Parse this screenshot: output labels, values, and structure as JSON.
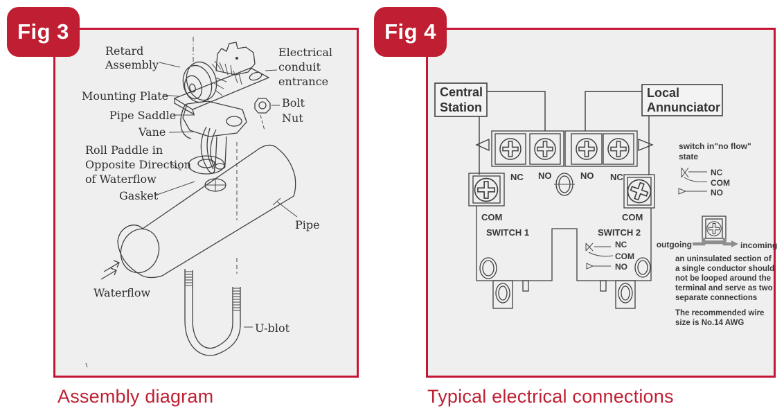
{
  "colors": {
    "brand_red": "#c01e32",
    "panel_border": "#c41634",
    "panel_bg": "#f0eff0",
    "caption_red": "#be2032",
    "ink": "#3f3f3f"
  },
  "fig3": {
    "badge": "Fig 3",
    "caption": "Assembly diagram",
    "labels": {
      "retard_assembly": [
        "Retard",
        "Assembly"
      ],
      "mounting_plate": "Mounting Plate",
      "pipe_saddle": "Pipe Saddle",
      "vane": "Vane",
      "roll_paddle": [
        "Roll Paddle in",
        "Opposite Direction",
        "of Waterflow"
      ],
      "gasket": "Gasket",
      "electrical_conduit": [
        "Electrical",
        "conduit",
        "entrance"
      ],
      "bolt_nut": [
        "Bolt",
        "Nut"
      ],
      "pipe": "Pipe",
      "waterflow": "Waterflow",
      "u_bolt": "U-blot"
    }
  },
  "fig4": {
    "badge": "Fig 4",
    "caption": "Typical electrical connections",
    "boxes": {
      "central_station": [
        "Central",
        "Station"
      ],
      "local_annunciator": [
        "Local",
        "Annunciator"
      ]
    },
    "terminals": {
      "row_labels": [
        "NC",
        "NO",
        "NO",
        "NC"
      ],
      "left_com": "COM",
      "left_switch": "SWITCH 1",
      "right_com": "COM",
      "right_switch": "SWITCH  2"
    },
    "switch2_contacts": [
      "NC",
      "COM",
      "NO"
    ],
    "legend": {
      "title": [
        "switch in\"no flow\"",
        "state"
      ],
      "contacts": [
        "NC",
        "COM",
        "NO"
      ]
    },
    "wiring_note": {
      "outgoing": "outgoing",
      "incoming": "incoming",
      "warning": [
        "an uninsulated section of",
        "a single conductor should",
        "not be looped around the",
        "terminal and serve as two",
        "separate connections"
      ],
      "recommendation": [
        "The recommended wire",
        "size is No.14 AWG"
      ]
    }
  }
}
